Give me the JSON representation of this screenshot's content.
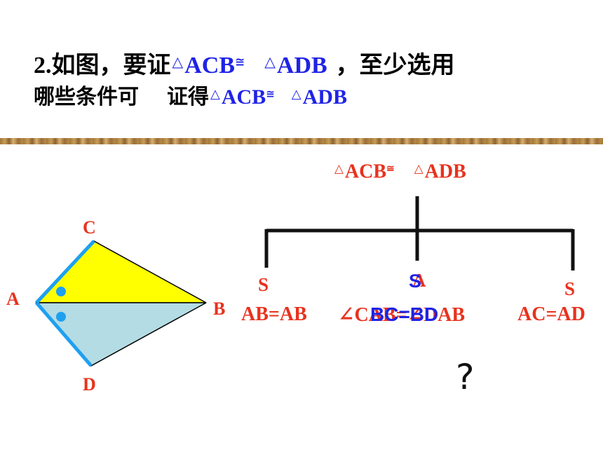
{
  "problem": {
    "number": "2.",
    "line1_text": "如图，要证",
    "line1_after": "，至少选用",
    "line2_text": "哪些条件可",
    "line2_mid": "证得",
    "triangle_symbol": "△",
    "congruent_symbol": "≅",
    "tri1": "ACB",
    "tri2": "ADB"
  },
  "tree": {
    "goal_tri1": "ACB",
    "goal_tri2": "ADB",
    "left_label": "S",
    "left_condition": "AB=AB",
    "middle_label_a": "A",
    "middle_label_s": "S",
    "middle_condition_angle": "∠CAB=∠DAB",
    "middle_condition_side": "BC=BD",
    "right_label": "S",
    "right_condition": "AC=AD",
    "question": "?"
  },
  "figure": {
    "points": {
      "A": "A",
      "B": "B",
      "C": "C",
      "D": "D"
    },
    "upper_fill": "#ffff00",
    "lower_fill": "#b4dce4",
    "highlight": "#1ea0f0"
  }
}
